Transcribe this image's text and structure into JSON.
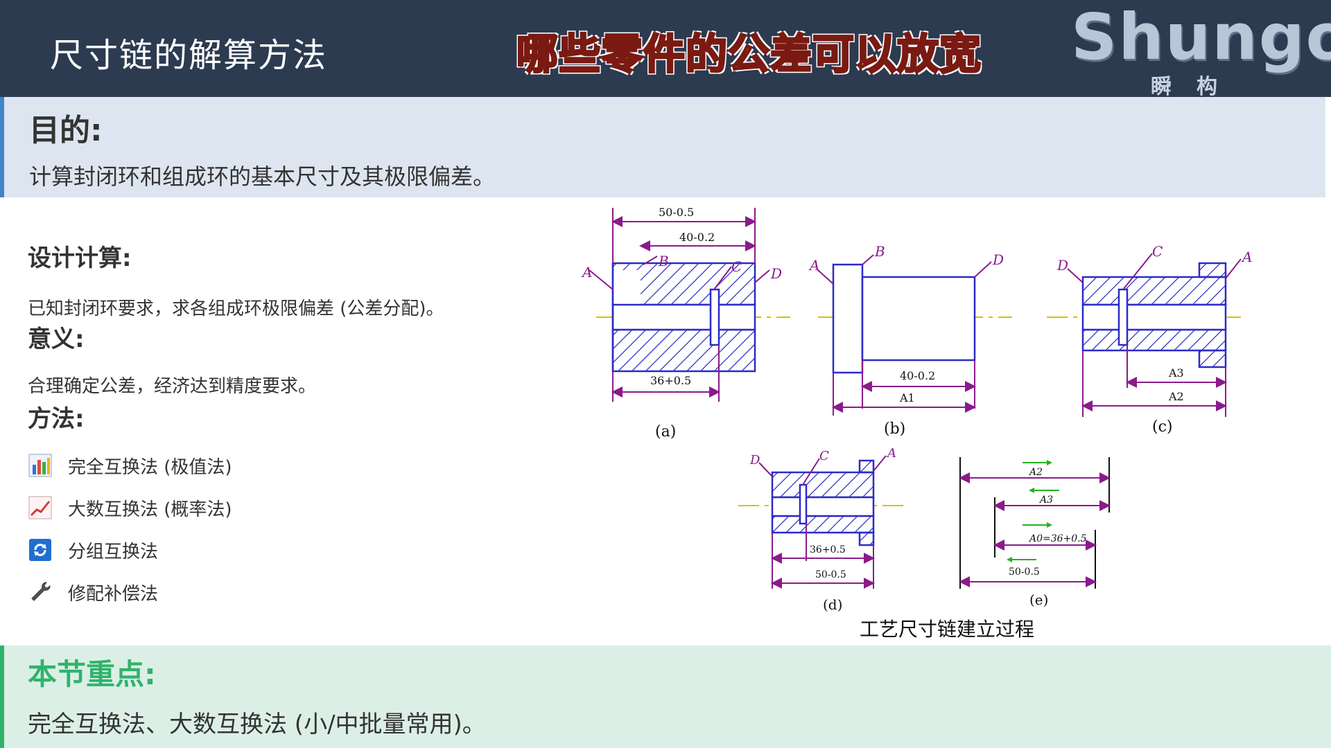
{
  "header": {
    "title": "尺寸链的解算方法",
    "banner": "哪些零件的公差可以放宽",
    "logo": "Shungo",
    "logo_sub": "瞬构"
  },
  "purpose": {
    "heading": "目的:",
    "text": "计算封闭环和组成环的基本尺寸及其极限偏差。"
  },
  "design": {
    "heading": "设计计算:",
    "text": "已知封闭环要求，求各组成环极限偏差 (公差分配)。"
  },
  "meaning": {
    "heading": "意义:",
    "text": "合理确定公差，经济达到精度要求。"
  },
  "methods": {
    "heading": "方法:",
    "items": [
      {
        "label": "完全互换法 (极值法)",
        "icon": "bar-chart-icon"
      },
      {
        "label": "大数互换法 (概率法)",
        "icon": "line-chart-icon"
      },
      {
        "label": "分组互换法",
        "icon": "cycle-icon"
      },
      {
        "label": "修配补偿法",
        "icon": "wrench-icon"
      }
    ]
  },
  "figure": {
    "caption": "工艺尺寸链建立过程",
    "panel_labels": [
      "(a)",
      "(b)",
      "(c)",
      "(d)",
      "(e)"
    ],
    "dims": {
      "a_top": "50-0.5",
      "a_mid": "40-0.2",
      "a_bot": "36+0.5",
      "b_bot": "40-0.2",
      "b_a1": "A1",
      "c_a3": "A3",
      "c_a2": "A2",
      "d_36": "36+0.5",
      "d_50": "50-0.5",
      "e_a2": "A2",
      "e_a3": "A3",
      "e_a0": "A0=36+0.5",
      "e_50": "50-0.5"
    },
    "colors": {
      "outline": "#2b2bc8",
      "dimension": "#8b1a8b",
      "axis": "#d8c000",
      "arrow": "#22b022"
    }
  },
  "key_points": {
    "heading": "本节重点:",
    "text": "完全互换法、大数互换法 (小/中批量常用)。"
  }
}
